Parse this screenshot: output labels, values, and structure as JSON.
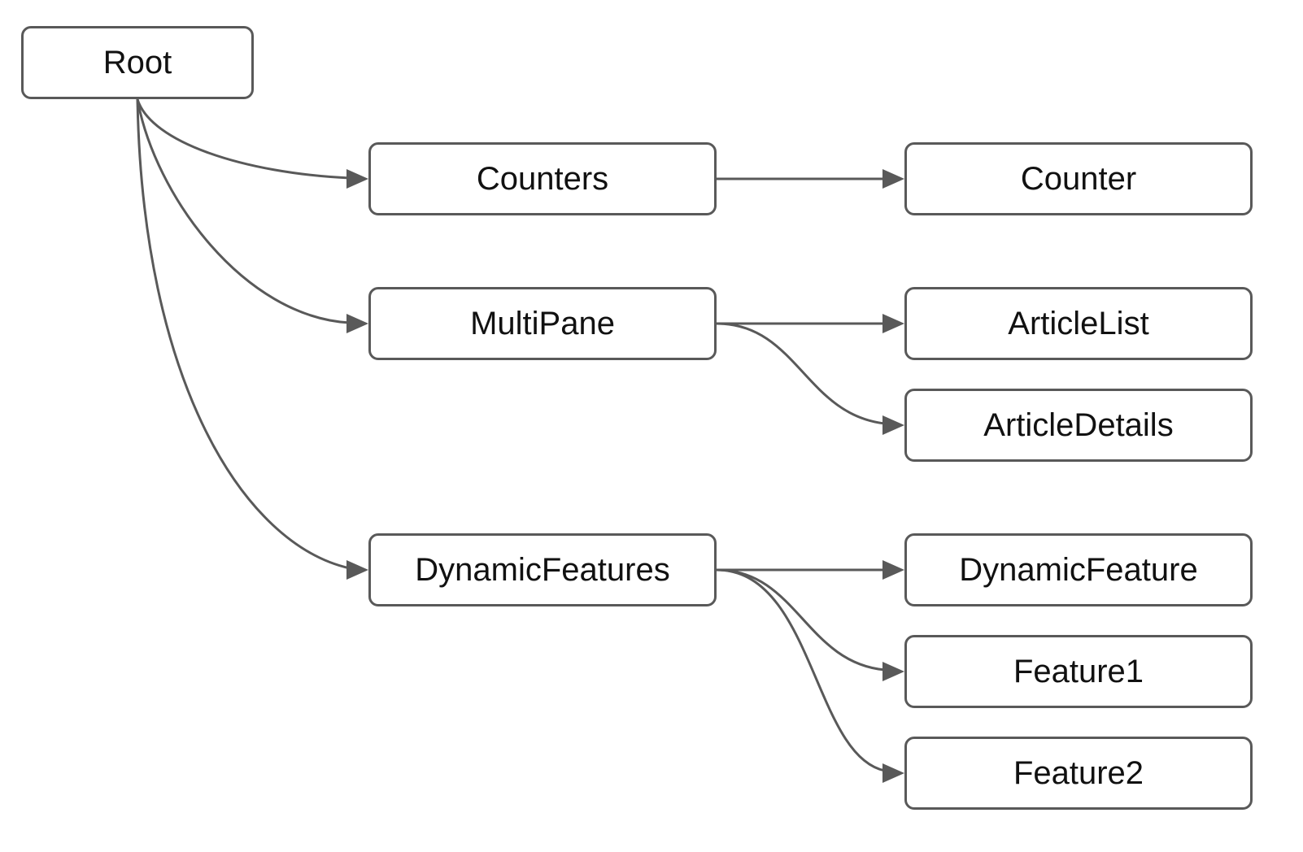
{
  "nodes": {
    "root": "Root",
    "counters": "Counters",
    "counter": "Counter",
    "multipane": "MultiPane",
    "articlelist": "ArticleList",
    "articledetails": "ArticleDetails",
    "dynamicfeatures": "DynamicFeatures",
    "dynamicfeature": "DynamicFeature",
    "feature1": "Feature1",
    "feature2": "Feature2"
  },
  "edges": [
    {
      "from": "Root",
      "to": "Counters"
    },
    {
      "from": "Root",
      "to": "MultiPane"
    },
    {
      "from": "Root",
      "to": "DynamicFeatures"
    },
    {
      "from": "Counters",
      "to": "Counter"
    },
    {
      "from": "MultiPane",
      "to": "ArticleList"
    },
    {
      "from": "MultiPane",
      "to": "ArticleDetails"
    },
    {
      "from": "DynamicFeatures",
      "to": "DynamicFeature"
    },
    {
      "from": "DynamicFeatures",
      "to": "Feature1"
    },
    {
      "from": "DynamicFeatures",
      "to": "Feature2"
    }
  ],
  "colors": {
    "stroke": "#595959",
    "text": "#111111",
    "background": "#ffffff"
  }
}
